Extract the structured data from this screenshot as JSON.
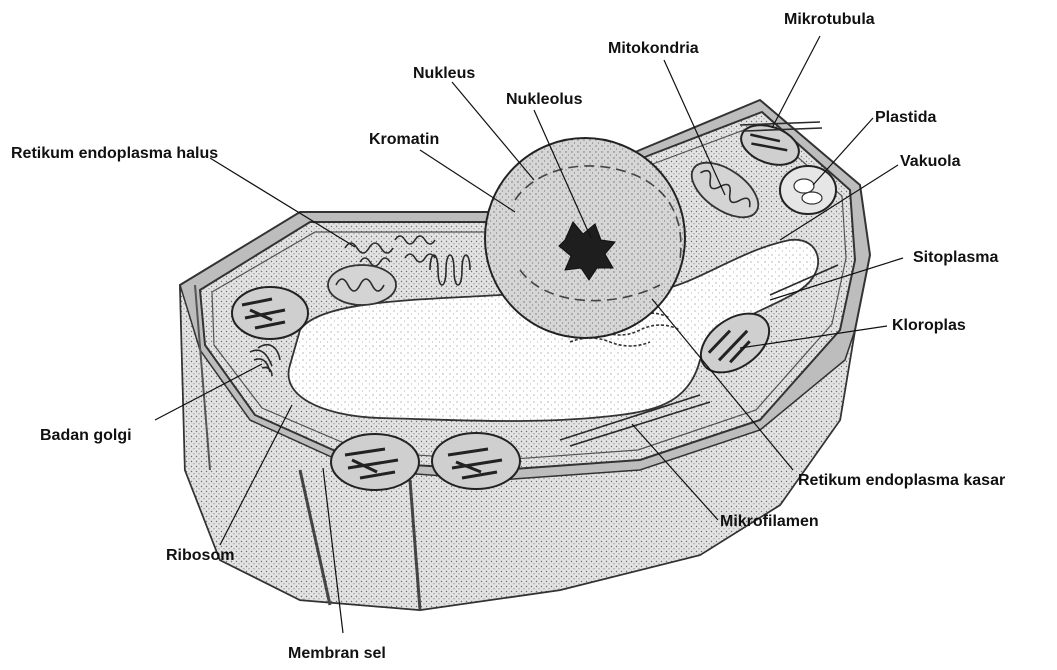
{
  "labels": {
    "mikrotubula": "Mikrotubula",
    "mitokondria": "Mitokondria",
    "nukleus": "Nukleus",
    "plastida": "Plastida",
    "nukleolus": "Nukleolus",
    "kromatin": "Kromatin",
    "vakuola": "Vakuola",
    "retikulum_halus": "Retikum endoplasma halus",
    "sitoplasma": "Sitoplasma",
    "kloroplas": "Kloroplas",
    "badan_golgi": "Badan golgi",
    "retikulum_kasar": "Retikum endoplasma kasar",
    "mikrofilamen": "Mikrofilamen",
    "ribosom": "Ribosom",
    "membran_sel": "Membran sel"
  },
  "colors": {
    "ink": "#2a2a2a",
    "wall_fill": "#d9d9d9",
    "cytoplasm_fill": "#c9c9c9",
    "vacuole_fill": "#f4f4f4",
    "nucleus_fill": "#cfcfcf"
  }
}
